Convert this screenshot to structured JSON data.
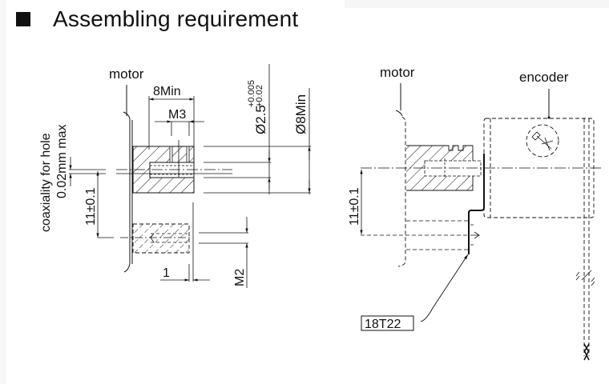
{
  "header": {
    "title": "Assembling requirement",
    "bullet_icon": "filled-square-icon"
  },
  "left_view": {
    "motor_label": "motor",
    "dim_8min": "8Min",
    "dim_m3": "M3",
    "dim_bore": "Ø2.5",
    "dim_bore_upper_tol": "+0.005",
    "dim_bore_lower_tol": "+0.02",
    "dim_8min_dia": "Ø8Min",
    "coaxiality_line1": "coaxiality for hole",
    "coaxiality_line2": "0.02mm max",
    "dim_center_distance": "11±0.1",
    "dim_1": "1",
    "dim_m2": "M2"
  },
  "right_view": {
    "motor_label": "motor",
    "encoder_label": "encoder",
    "dim_center_distance": "11±0.1",
    "part_label": "18T22"
  },
  "colors": {
    "line": "#111111",
    "background": "#ffffff",
    "strip": "#f6f6f6"
  }
}
